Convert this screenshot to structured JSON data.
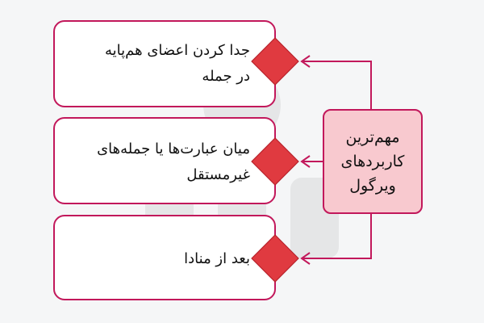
{
  "center": {
    "line1": "مهم‌ترین",
    "line2": "کاربردهای",
    "line3": "ویرگول"
  },
  "items": [
    {
      "line1": "جدا کردن اعضای هم‌پایه",
      "line2": "در جمله"
    },
    {
      "line1": "میان عبارت‌ها یا جمله‌های",
      "line2": "غیرمستقل"
    },
    {
      "line1": "بعد از منادا"
    }
  ],
  "colors": {
    "border": "#c2185b",
    "diamond": "#e03a40",
    "center_fill": "#f8c9cf",
    "background": "#f5f6f7"
  },
  "icons": [
    "watermark-logo-icon",
    "arrowhead-icon",
    "diamond-icon"
  ]
}
